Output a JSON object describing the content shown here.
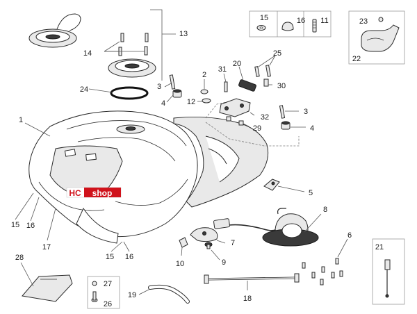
{
  "diagram": {
    "logo": {
      "left": "HC",
      "right": "shop",
      "red": "#d0121b"
    },
    "callouts": {
      "n1": "1",
      "n2": "2",
      "n3a": "3",
      "n3b": "3",
      "n4a": "4",
      "n4b": "4",
      "n5": "5",
      "n6": "6",
      "n7": "7",
      "n8": "8",
      "n9": "9",
      "n10": "10",
      "n11": "11",
      "n12": "12",
      "n13": "13",
      "n14": "14",
      "n15a": "15",
      "n15b": "15",
      "n15c": "15",
      "n16a": "16",
      "n16b": "16",
      "n16c": "16",
      "n17": "17",
      "n18": "18",
      "n19": "19",
      "n20": "20",
      "n21": "21",
      "n22": "22",
      "n23": "23",
      "n24": "24",
      "n25": "25",
      "n26": "26",
      "n27": "27",
      "n28": "28",
      "n29": "29",
      "n30": "30",
      "n31": "31",
      "n32": "32"
    }
  }
}
